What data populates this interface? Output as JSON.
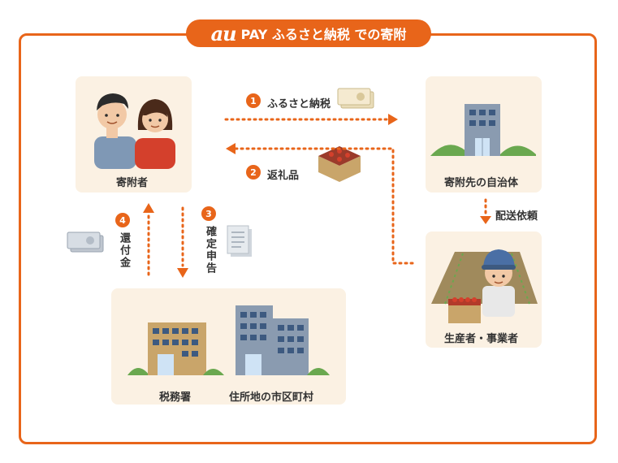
{
  "title": {
    "brand": "au",
    "text": "PAY ふるさと納税 での寄附"
  },
  "nodes": {
    "donor": "寄附者",
    "municipality": "寄附先の自治体",
    "producer": "生産者・事業者",
    "tax_office": "税務署",
    "local_gov": "住所地の市区町村"
  },
  "steps": [
    {
      "num": "1",
      "label": "ふるさと納税"
    },
    {
      "num": "2",
      "label": "返礼品"
    },
    {
      "num": "3",
      "label": "確定申告"
    },
    {
      "num": "4",
      "label": "還付金"
    }
  ],
  "delivery_request": "配送依頼",
  "colors": {
    "accent": "#e8651a",
    "panel": "#fbf1e3",
    "building_gray": "#8a9bb0",
    "building_tan": "#c9a56a"
  },
  "icons": [
    "money-icon",
    "box-icon",
    "document-icon",
    "building-icon",
    "farmer-icon",
    "people-icon"
  ]
}
